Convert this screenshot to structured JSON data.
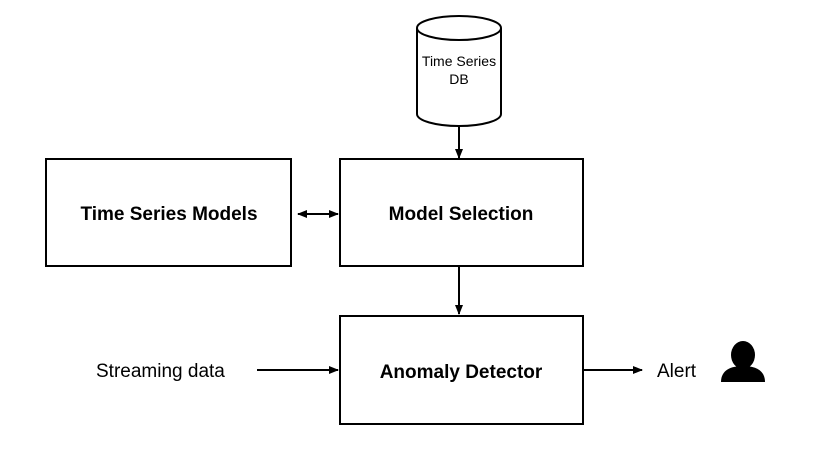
{
  "nodes": {
    "database": {
      "label_line1": "Time Series",
      "label_line2": "DB"
    },
    "models": {
      "label": "Time Series Models"
    },
    "selection": {
      "label": "Model Selection"
    },
    "detector": {
      "label": "Anomaly Detector"
    }
  },
  "inputs": {
    "streaming": "Streaming data"
  },
  "outputs": {
    "alert": "Alert"
  },
  "icons": {
    "user": "user-icon"
  },
  "colors": {
    "stroke": "#000000",
    "background": "#ffffff"
  }
}
